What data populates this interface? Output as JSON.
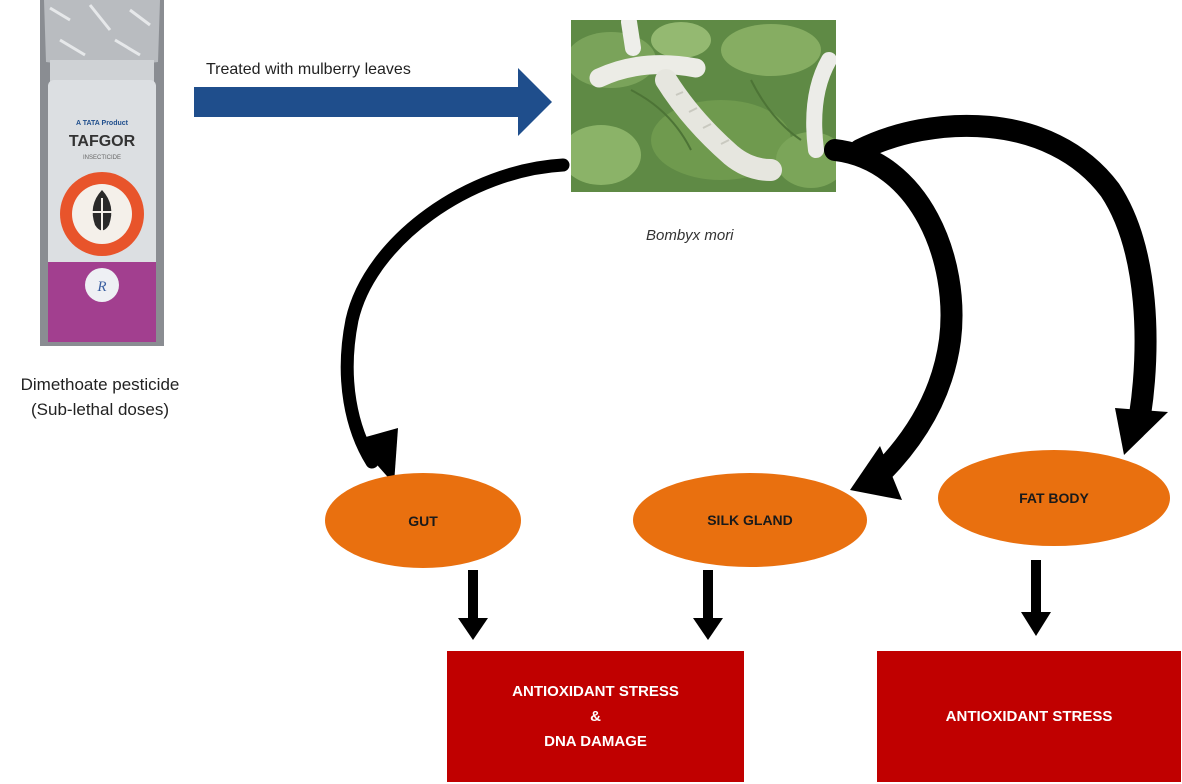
{
  "pesticide": {
    "brand_small": "A TATA Product",
    "brand": "TAFGOR",
    "brand_sub": "INSECTICIDE",
    "caption_line1": "Dimethoate pesticide",
    "caption_line2": "(Sub-lethal doses)"
  },
  "treatment_label": "Treated with mulberry leaves",
  "species_label": "Bombyx mori",
  "organs": {
    "gut": "GUT",
    "silk_gland": "SILK GLAND",
    "fat_body": "FAT BODY"
  },
  "outcomes": {
    "left_line1": "ANTIOXIDANT STRESS",
    "left_line2": "&",
    "left_line3": "DNA DAMAGE",
    "right": "ANTIOXIDANT STRESS"
  },
  "colors": {
    "organ_fill": "#e9700f",
    "outcome_fill": "#c00000",
    "treatment_arrow": "#1f4e8c",
    "flow_arrow": "#000000"
  }
}
